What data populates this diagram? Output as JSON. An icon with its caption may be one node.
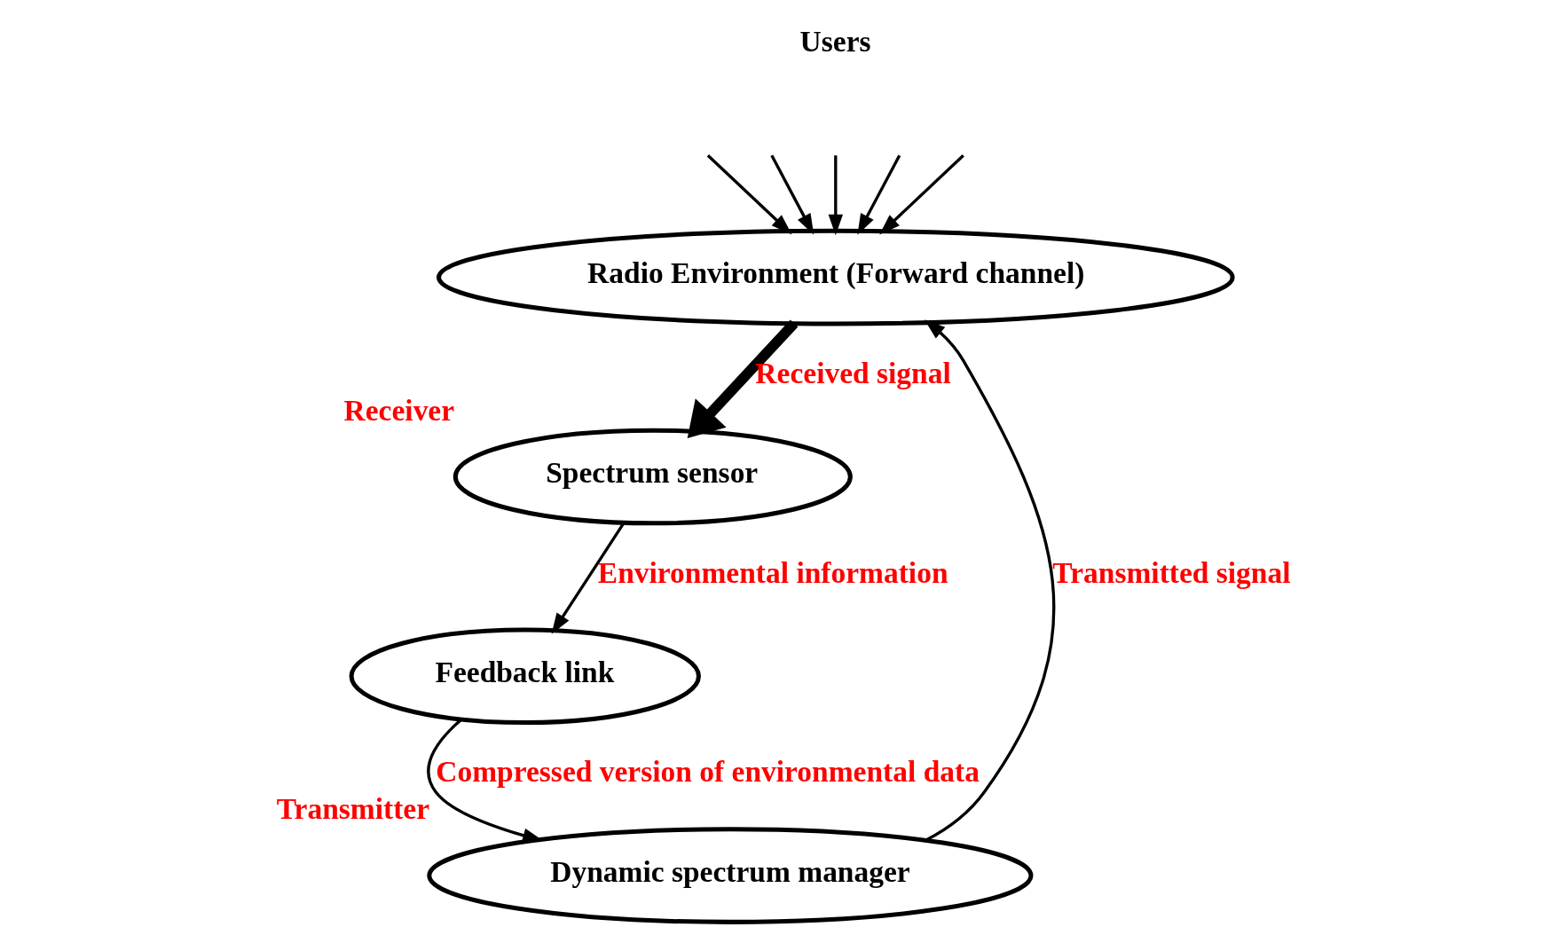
{
  "diagram": {
    "nodes": [
      {
        "text": [
          "Radio Environment (Forward channel)"
        ]
      },
      {
        "text": [
          "Spectrum sensor"
        ],
        "beside": [
          "Receiver"
        ]
      },
      {
        "text": [
          "Feedback link"
        ]
      },
      {
        "text": [
          "Dynamic spectrum manager"
        ],
        "beside": [
          "Transmitter"
        ]
      }
    ],
    "edges": [
      {
        "from": null,
        "to": 0,
        "arrow": "to"
      },
      {
        "from": null,
        "to": 0,
        "arrow": "to"
      },
      {
        "from": null,
        "to": 0,
        "arrow": "to"
      },
      {
        "from": null,
        "to": 0,
        "arrow": "to"
      },
      {
        "from": null,
        "to": 0,
        "arrow": "to"
      },
      {
        "from": 0,
        "to": 1,
        "arrow": "to",
        "label": "Received signal",
        "style": "thick"
      },
      {
        "from": 1,
        "to": 2,
        "arrow": "to",
        "label": "Environmental information"
      },
      {
        "from": 2,
        "to": 3,
        "arrow": "to",
        "label": "Compressed version of environmental data"
      },
      {
        "from": 3,
        "to": 0,
        "arrow": "to",
        "label": "Transmitted signal"
      }
    ],
    "labels": [
      "Users"
    ]
  }
}
